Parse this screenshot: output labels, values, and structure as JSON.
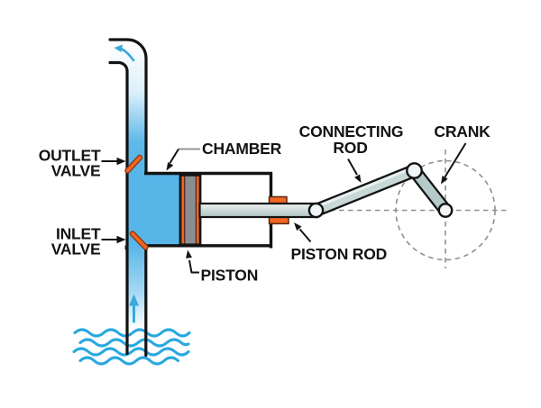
{
  "labels": {
    "outlet_valve": {
      "line1": "OUTLET",
      "line2": "VALVE"
    },
    "inlet_valve": {
      "line1": "INLET",
      "line2": "VALVE"
    },
    "chamber": {
      "text": "CHAMBER"
    },
    "piston": {
      "text": "PISTON"
    },
    "piston_rod": {
      "text": "PISTON ROD"
    },
    "connecting_rod": {
      "line1": "CONNECTING",
      "line2": "ROD"
    },
    "crank": {
      "text": "CRANK"
    }
  },
  "colors": {
    "water_blue": "#57b5e8",
    "wave_blue": "#29a8df",
    "flow_arrow_blue": "#3aa8dd",
    "valve_orange": "#f26522",
    "valve_outline": "#8a3a12",
    "rod_metal": "#c8d8d7",
    "crank_metal": "#b5caca",
    "piston_gray": "#8a8e91",
    "outline_black": "#131313",
    "guide_gray": "#8f8f8f",
    "leader_gray": "#8a8a8a"
  }
}
